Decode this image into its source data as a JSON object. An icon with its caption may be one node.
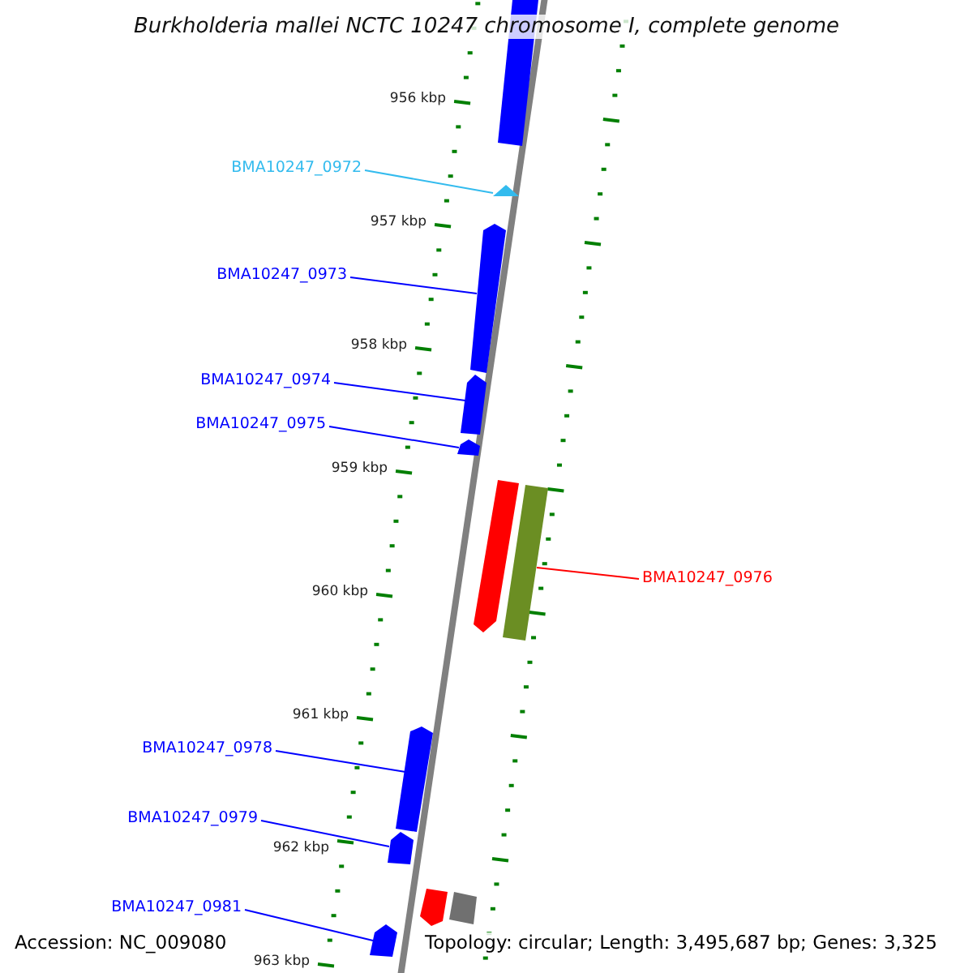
{
  "diagram": {
    "title": "Burkholderia mallei NCTC 10247 chromosome I, complete genome",
    "nodes": [
      {
        "text": [],
        "shape": "bar"
      },
      {
        "text": [
          "BMA10247_0972"
        ]
      },
      {
        "text": [],
        "shape": "triangle"
      },
      {
        "text": [
          "BMA10247_0973"
        ]
      },
      {
        "text": [],
        "shape": "pentagon"
      },
      {
        "text": [
          "BMA10247_0974"
        ]
      },
      {
        "text": [],
        "shape": "pentagon"
      },
      {
        "text": [
          "BMA10247_0975"
        ]
      },
      {
        "text": [],
        "shape": "pentagon"
      },
      {
        "text": [],
        "shape": "pentagon"
      },
      {
        "text": [],
        "shape": "bar"
      },
      {
        "text": [
          "BMA10247_0976"
        ]
      },
      {
        "text": [
          "BMA10247_0978"
        ]
      },
      {
        "text": [],
        "shape": "pentagon"
      },
      {
        "text": [
          "BMA10247_0979"
        ]
      },
      {
        "text": [],
        "shape": "pentagon"
      },
      {
        "text": [],
        "shape": "pentagon"
      },
      {
        "text": [],
        "shape": "bar"
      },
      {
        "text": [
          "BMA10247_0981"
        ]
      },
      {
        "text": [],
        "shape": "pentagon"
      }
    ],
    "edges": [
      {
        "from": 1,
        "to": 2,
        "arrow": "none",
        "color": "#33bbee"
      },
      {
        "from": 3,
        "to": 4,
        "arrow": "none"
      },
      {
        "from": 5,
        "to": 6,
        "arrow": "none"
      },
      {
        "from": 7,
        "to": 8,
        "arrow": "none"
      },
      {
        "from": 11,
        "to": 10,
        "arrow": "none",
        "color": "#ff0000"
      },
      {
        "from": 12,
        "to": 13,
        "arrow": "none"
      },
      {
        "from": 14,
        "to": 15,
        "arrow": "none"
      },
      {
        "from": 18,
        "to": 19,
        "arrow": "none"
      }
    ],
    "labels": [
      "956 kbp",
      "957 kbp",
      "958 kbp",
      "959 kbp",
      "960 kbp",
      "961 kbp",
      "962 kbp",
      "963 kbp",
      "Accession: NC_009080",
      "Topology: circular; Length: 3,495,687 bp; Genes: 3,325"
    ]
  }
}
